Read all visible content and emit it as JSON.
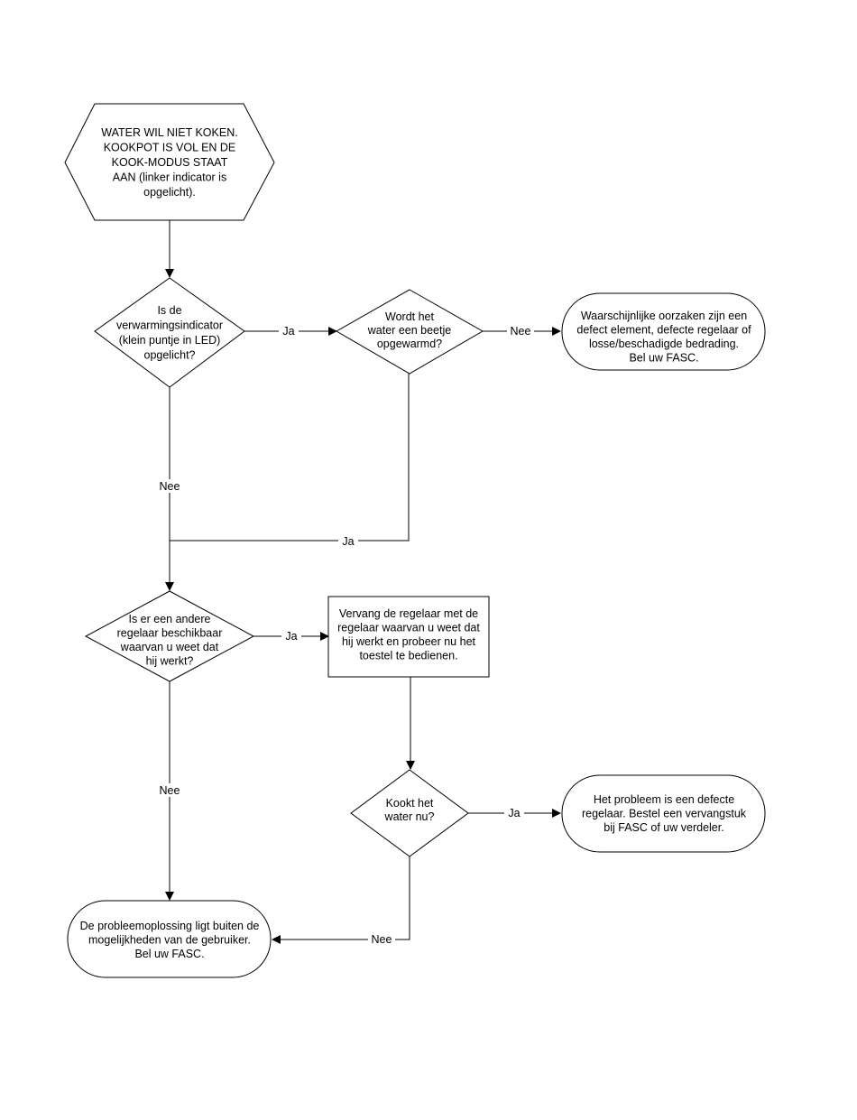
{
  "nodes": {
    "start": [
      "WATER WIL NIET KOKEN.",
      "KOOKPOT IS VOL EN DE",
      "KOOK-MODUS STAAT",
      "AAN (linker indicator is",
      "opgelicht)."
    ],
    "q_indicator": [
      "Is de",
      "verwarmingsindicator",
      "(klein puntje in LED)",
      "opgelicht?"
    ],
    "q_warm": [
      "Wordt het",
      "water een beetje",
      "opgewarmd?"
    ],
    "end_causes": [
      "Waarschijnlijke oorzaken zijn een",
      "defect element, defecte regelaar of",
      "losse/beschadigde bedrading.",
      "Bel uw FASC."
    ],
    "q_other_regulator": [
      "Is er een andere",
      "regelaar beschikbaar",
      "waarvan u weet dat",
      "hij werkt?"
    ],
    "replace_regulator": [
      "Vervang de regelaar met de",
      "regelaar waarvan u weet dat",
      "hij werkt en probeer nu het",
      "toestel te bedienen."
    ],
    "q_boiling": [
      "Kookt het",
      "water nu?"
    ],
    "end_defect_regulator": [
      "Het probleem is een defecte",
      "regelaar.  Bestel een vervangstuk",
      "bij FASC of uw verdeler."
    ],
    "end_beyond_user": [
      "De probleemoplossing ligt buiten de",
      "mogelijkheden van de gebruiker.",
      "Bel uw FASC."
    ]
  },
  "edges": {
    "indicator_yes": "Ja",
    "warm_no": "Nee",
    "indicator_no": "Nee",
    "warm_yes": "Ja",
    "other_yes": "Ja",
    "other_no": "Nee",
    "boiling_yes": "Ja",
    "boiling_no": "Nee"
  }
}
